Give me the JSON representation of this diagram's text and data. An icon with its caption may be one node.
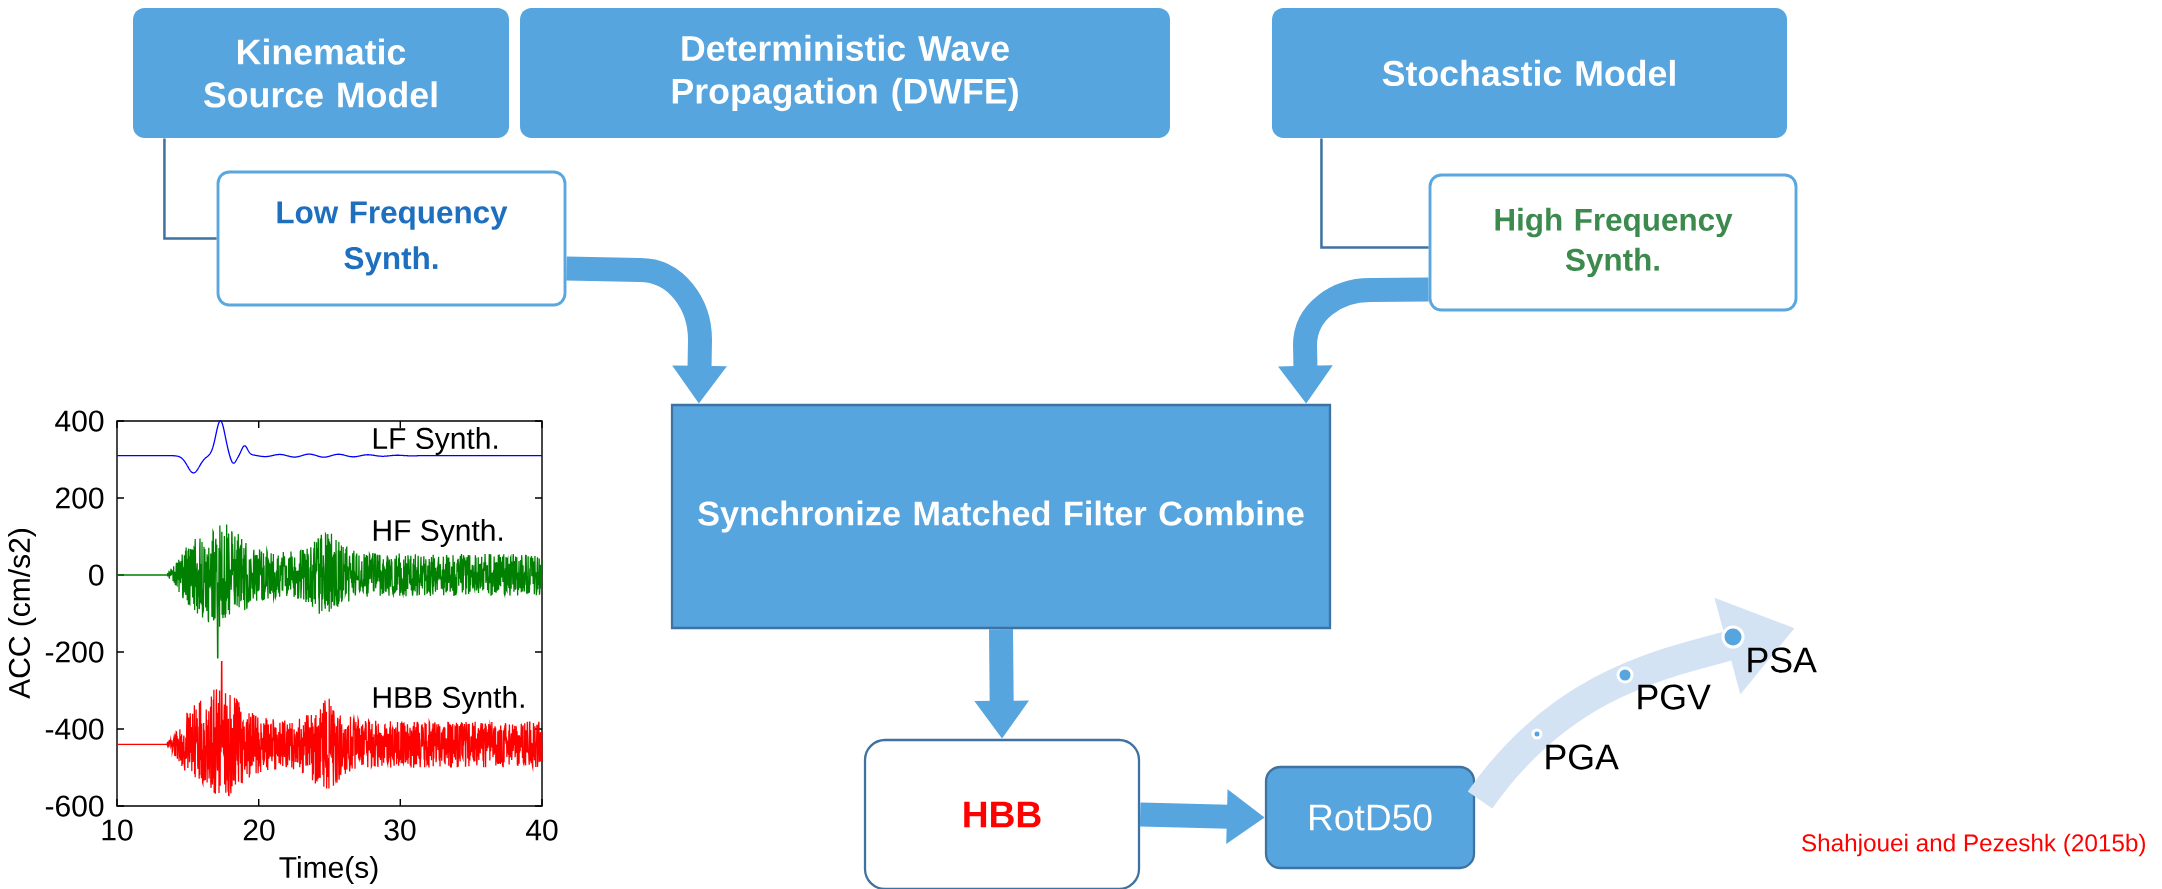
{
  "diagram": {
    "nodes": [
      {
        "text": [
          "Kinematic Source Model"
        ]
      },
      {
        "text": [
          "Deterministic Wave Propagation (DWFE)"
        ]
      },
      {
        "text": [
          "Stochastic Model"
        ]
      },
      {
        "text": [
          "Low Frequency Synth."
        ]
      },
      {
        "text": [
          "High Frequency Synth."
        ]
      },
      {
        "text": [
          "Synchronize Matched Filter Combine"
        ]
      },
      {
        "text": [
          "HBB"
        ]
      },
      {
        "text": [
          "RotD50"
        ]
      }
    ],
    "edges": [
      {
        "from": 0,
        "to": 3,
        "arrow": "none"
      },
      {
        "from": 2,
        "to": 4,
        "arrow": "none"
      },
      {
        "from": 3,
        "to": 5,
        "arrow": "to"
      },
      {
        "from": 4,
        "to": 5,
        "arrow": "to"
      },
      {
        "from": 5,
        "to": 6,
        "arrow": "to"
      },
      {
        "from": 6,
        "to": 7,
        "arrow": "to"
      }
    ],
    "labels": [
      "400",
      "LF Synth.",
      "200",
      "HF Synth.",
      "0",
      "ACC (cm/s2)",
      "-200",
      "HBB Synth.",
      "-400",
      "-600",
      "10",
      "20",
      "30",
      "40",
      "Time(s)",
      "PGA",
      "PGV",
      "PSA",
      "Shahjouei and Pezeshk (2015b)"
    ]
  }
}
